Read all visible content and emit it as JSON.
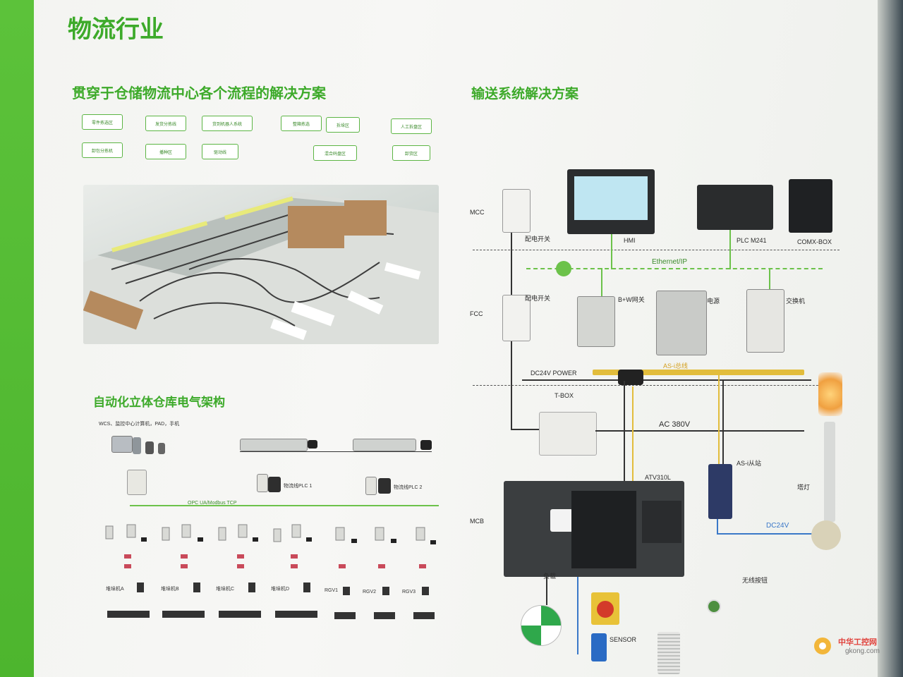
{
  "titles": {
    "main": "物流行业",
    "left_top": "贯穿于仓储物流中心各个流程的解决方案",
    "left_bottom": "自动化立体仓库电气架构",
    "right": "输送系统解决方案"
  },
  "warehouse_tags": [
    "零件拣选区",
    "发货分拣线",
    "货到机器人系统",
    "整箱拣选",
    "拆垛区",
    "人工拆盘区",
    "卸包分拣机",
    "播种区",
    "驱动线",
    "混合码盘区",
    "卸货区"
  ],
  "architecture": {
    "top_label": "WCS、监控中心计算机，PAD，手机",
    "plc1": "物流线PLC 1",
    "plc2": "物流线PLC 2",
    "bus": "OPC UA/Modbus TCP",
    "units": [
      "堆垛机A",
      "堆垛机B",
      "堆垛机C",
      "堆垛机D",
      "RGV1",
      "RGV2",
      "RGV3"
    ]
  },
  "conveyor": {
    "mcc": "MCC",
    "fcc": "FCC",
    "mcb": "MCB",
    "switch1": "配电开关",
    "switch2": "配电开关",
    "hmi": "HMI",
    "plc": "PLC M241",
    "comx": "COMX-BOX",
    "ethernet": "Ethernet/IP",
    "gateway": "B+W网关",
    "psu": "电源",
    "netswitch": "交换机",
    "dc24": "DC24V POWER",
    "asi": "AS-i总线",
    "tbox": "T-BOX",
    "ac380": "AC 380V",
    "atv": "ATV310L",
    "asi_slave": "AS-i从站",
    "dc24v": "DC24V",
    "tower": "塔灯",
    "wireless": "无线按钮",
    "load": "负载",
    "sensor": "SENSOR"
  },
  "watermark": {
    "cn": "中华工控网",
    "url": "gkong.com"
  },
  "colors": {
    "brand_green": "#3daa2a",
    "bar_green": "#5cc23a",
    "bus_yellow": "#e2bd3c"
  }
}
